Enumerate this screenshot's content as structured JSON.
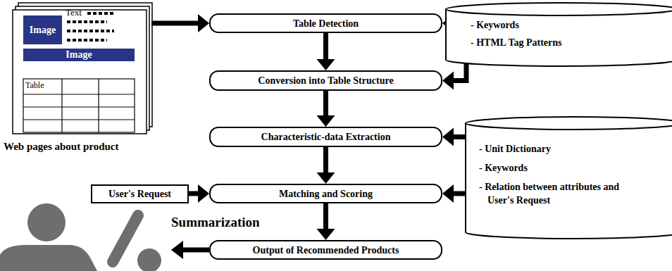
{
  "diagram": {
    "nodes": [
      {
        "text": [
          "Web pages about product"
        ]
      },
      {
        "text": [
          "Table Detection"
        ]
      },
      {
        "text": [
          "Conversion into Table Structure"
        ]
      },
      {
        "text": [
          "Characteristic-data Extraction"
        ]
      },
      {
        "text": [
          "User's Request"
        ]
      },
      {
        "text": [
          "Matching and Scoring"
        ]
      },
      {
        "text": [
          "Output of Recommended Products"
        ]
      },
      {
        "text": [
          "- Keywords",
          "- HTML Tag Patterns"
        ]
      },
      {
        "text": [
          "- Unit Dictionary",
          "- Keywords",
          "- Relation between attributes and User's Request"
        ]
      }
    ],
    "edges": [
      {
        "from": 0,
        "to": 1,
        "arrow": "to"
      },
      {
        "from": 1,
        "to": 2,
        "arrow": "to"
      },
      {
        "from": 2,
        "to": 3,
        "arrow": "to"
      },
      {
        "from": 3,
        "to": 5,
        "arrow": "to"
      },
      {
        "from": 5,
        "to": 6,
        "arrow": "to"
      },
      {
        "from": 4,
        "to": 5,
        "arrow": "to"
      },
      {
        "from": 7,
        "to": 1,
        "arrow": "to"
      },
      {
        "from": 7,
        "to": 2,
        "arrow": "to"
      },
      {
        "from": 8,
        "to": 3,
        "arrow": "to"
      },
      {
        "from": 8,
        "to": 5,
        "arrow": "to"
      }
    ],
    "labels": [
      "Image",
      "Text",
      "Image",
      "Table",
      "Summarization"
    ]
  }
}
